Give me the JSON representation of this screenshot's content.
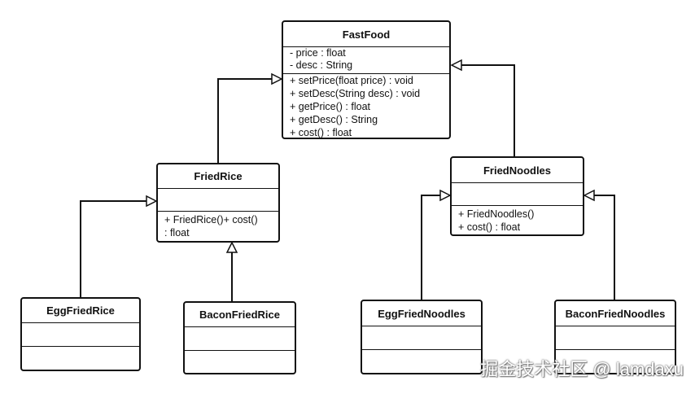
{
  "diagram": {
    "classes": {
      "fast_food": {
        "name": "FastFood",
        "attributes": [
          "- price : float",
          "- desc : String"
        ],
        "methods": [
          "+ setPrice(float price) : void",
          "+ setDesc(String desc) : void",
          "+ getPrice() : float",
          "+ getDesc() : String",
          "+ cost() : float"
        ]
      },
      "fried_rice": {
        "name": "FriedRice",
        "attributes": [],
        "methods": [
          "+ FriedRice()+ cost()",
          ": float"
        ]
      },
      "fried_noodles": {
        "name": "FriedNoodles",
        "attributes": [],
        "methods": [
          "+ FriedNoodles()",
          "+ cost() : float"
        ]
      },
      "egg_fried_rice": {
        "name": "EggFriedRice",
        "attributes": [],
        "methods": []
      },
      "bacon_fried_rice": {
        "name": "BaconFriedRice",
        "attributes": [],
        "methods": []
      },
      "egg_fried_noodles": {
        "name": "EggFriedNoodles",
        "attributes": [],
        "methods": []
      },
      "bacon_fried_noodles": {
        "name": "BaconFriedNoodles",
        "attributes": [],
        "methods": []
      }
    },
    "relations": [
      {
        "type": "generalization",
        "from": "FriedRice",
        "to": "FastFood"
      },
      {
        "type": "generalization",
        "from": "FriedNoodles",
        "to": "FastFood"
      },
      {
        "type": "generalization",
        "from": "EggFriedRice",
        "to": "FriedRice"
      },
      {
        "type": "generalization",
        "from": "BaconFriedRice",
        "to": "FriedRice"
      },
      {
        "type": "generalization",
        "from": "EggFriedNoodles",
        "to": "FriedNoodles"
      },
      {
        "type": "generalization",
        "from": "BaconFriedNoodles",
        "to": "FriedNoodles"
      }
    ]
  },
  "watermark": "掘金技术社区 @ lamdaxu"
}
